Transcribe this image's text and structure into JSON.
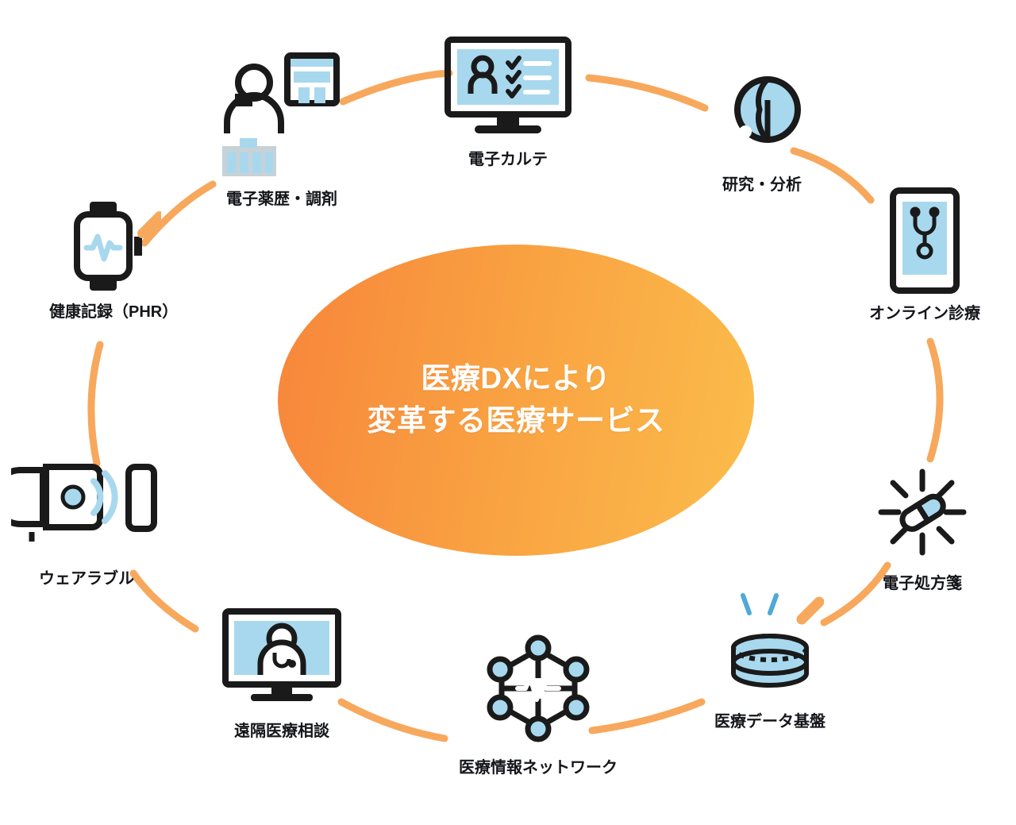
{
  "center": {
    "title_line1": "医療DXにより",
    "title_line2": "変革する医療サービス",
    "title": "医療DXにより\n変革する医療サービス",
    "gradient_from": "#F7853B",
    "gradient_to": "#FBBD4B",
    "text_color": "#FFFFFF"
  },
  "theme": {
    "accent_orange": "#F7A85C",
    "arc_color": "#F7A85C",
    "icon_dark": "#1A1A1A",
    "icon_light_blue": "#A8D8EE",
    "label_color": "#14161A",
    "background": "#FFFFFF"
  },
  "nodes": [
    {
      "id": "electronic-medical-record",
      "label": "電子カルテ",
      "icon": "monitor-patient-record-icon"
    },
    {
      "id": "medical-research",
      "label": "研究・分析",
      "icon": "magnifier-pill-icon"
    },
    {
      "id": "online-medical-care",
      "label": "オンライン診療",
      "icon": "smartphone-stethoscope-icon"
    },
    {
      "id": "electronic-prescription",
      "label": "電子処方箋",
      "icon": "capsule-pill-icon"
    },
    {
      "id": "medical-data-platform",
      "label": "医療データ基盤",
      "icon": "database-icon"
    },
    {
      "id": "health-data-network",
      "label": "医療情報ネットワーク",
      "icon": "network-pulse-icon"
    },
    {
      "id": "remote-consultation",
      "label": "遠隔医療相談",
      "icon": "screen-doctor-icon"
    },
    {
      "id": "wearable-monitoring",
      "label": "ウェアラブル",
      "icon": "wearable-signal-icon"
    },
    {
      "id": "personal-health-record",
      "label": "健康記録（PHR）",
      "icon": "smartwatch-pulse-icon"
    },
    {
      "id": "pharmacy-dispensing",
      "label": "電子薬歴・調剤",
      "icon": "pharmacy-store-icon"
    }
  ]
}
